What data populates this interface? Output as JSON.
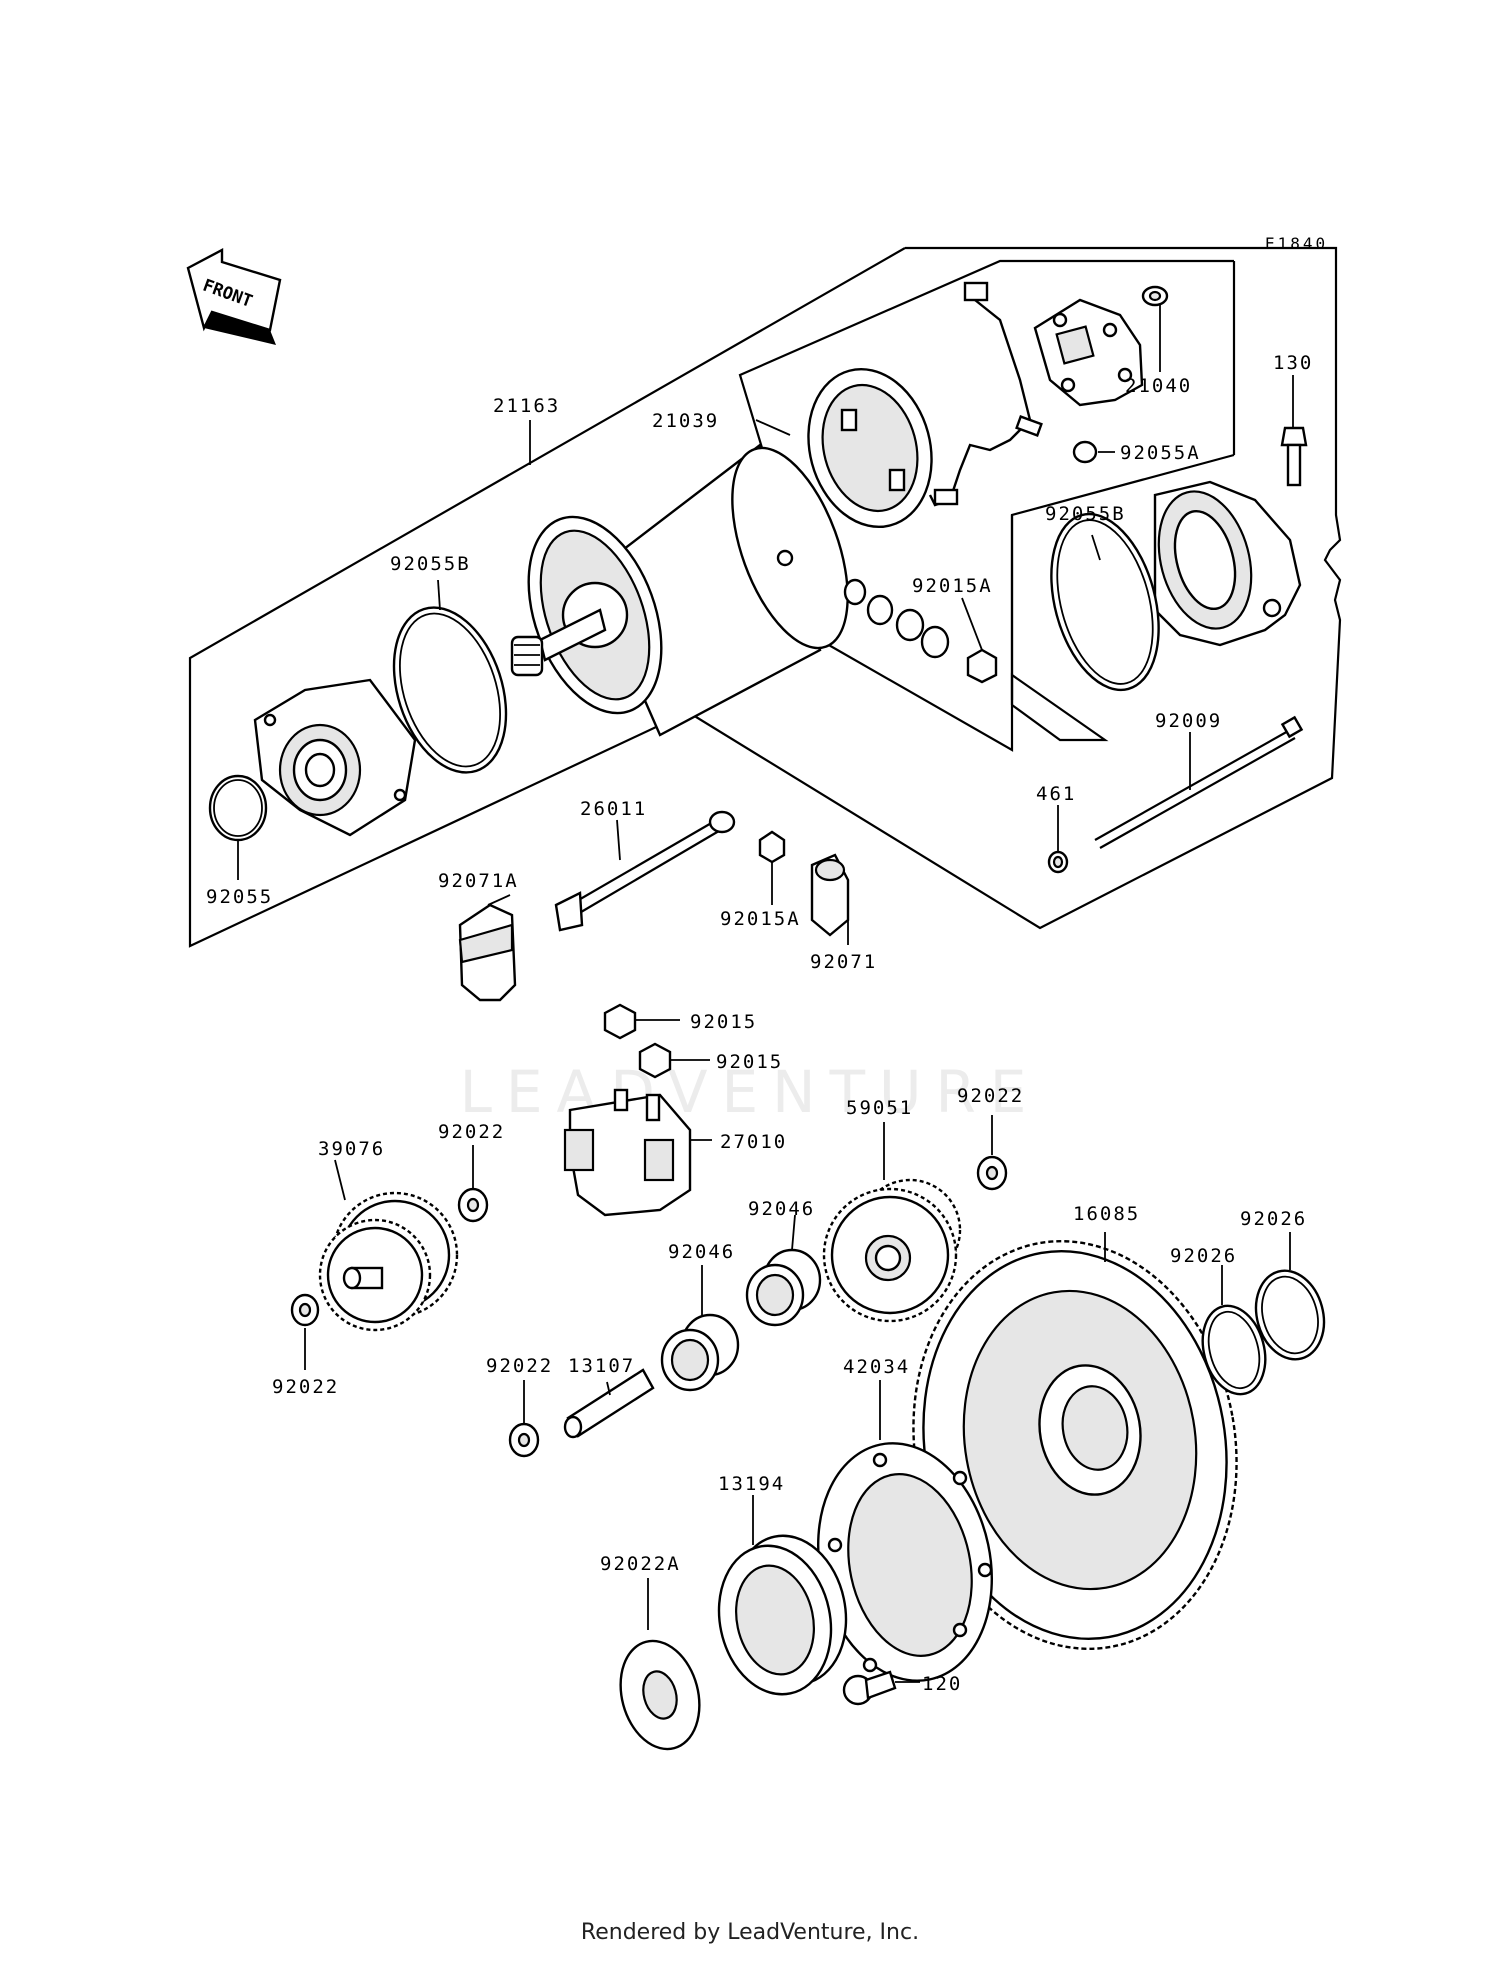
{
  "diagram_code": "E1840",
  "front_label": "FRONT",
  "watermark": "LEADVENTURE",
  "footer": "Rendered by LeadVenture, Inc.",
  "labels": [
    {
      "id": "p21163",
      "text": "21163"
    },
    {
      "id": "p21039",
      "text": "21039"
    },
    {
      "id": "p21040",
      "text": "21040"
    },
    {
      "id": "p130",
      "text": "130"
    },
    {
      "id": "p92055A",
      "text": "92055A"
    },
    {
      "id": "p92055B_right",
      "text": "92055B"
    },
    {
      "id": "p92055B_left",
      "text": "92055B"
    },
    {
      "id": "p92015A_top",
      "text": "92015A"
    },
    {
      "id": "p92009",
      "text": "92009"
    },
    {
      "id": "p461",
      "text": "461"
    },
    {
      "id": "p92055",
      "text": "92055"
    },
    {
      "id": "p26011",
      "text": "26011"
    },
    {
      "id": "p92071A",
      "text": "92071A"
    },
    {
      "id": "p92015A_mid",
      "text": "92015A"
    },
    {
      "id": "p92071",
      "text": "92071"
    },
    {
      "id": "p92015_a",
      "text": "92015"
    },
    {
      "id": "p92015_b",
      "text": "92015"
    },
    {
      "id": "p27010",
      "text": "27010"
    },
    {
      "id": "p59051",
      "text": "59051"
    },
    {
      "id": "p92022_topright",
      "text": "92022"
    },
    {
      "id": "p39076",
      "text": "39076"
    },
    {
      "id": "p92022_left",
      "text": "92022"
    },
    {
      "id": "p92022_bottomleft",
      "text": "92022"
    },
    {
      "id": "p16085",
      "text": "16085"
    },
    {
      "id": "p92026_a",
      "text": "92026"
    },
    {
      "id": "p92026_b",
      "text": "92026"
    },
    {
      "id": "p92046_a",
      "text": "92046"
    },
    {
      "id": "p92046_b",
      "text": "92046"
    },
    {
      "id": "p13107",
      "text": "13107"
    },
    {
      "id": "p92022_mid",
      "text": "92022"
    },
    {
      "id": "p42034",
      "text": "42034"
    },
    {
      "id": "p13194",
      "text": "13194"
    },
    {
      "id": "p92022A",
      "text": "92022A"
    },
    {
      "id": "p120",
      "text": "120"
    }
  ]
}
